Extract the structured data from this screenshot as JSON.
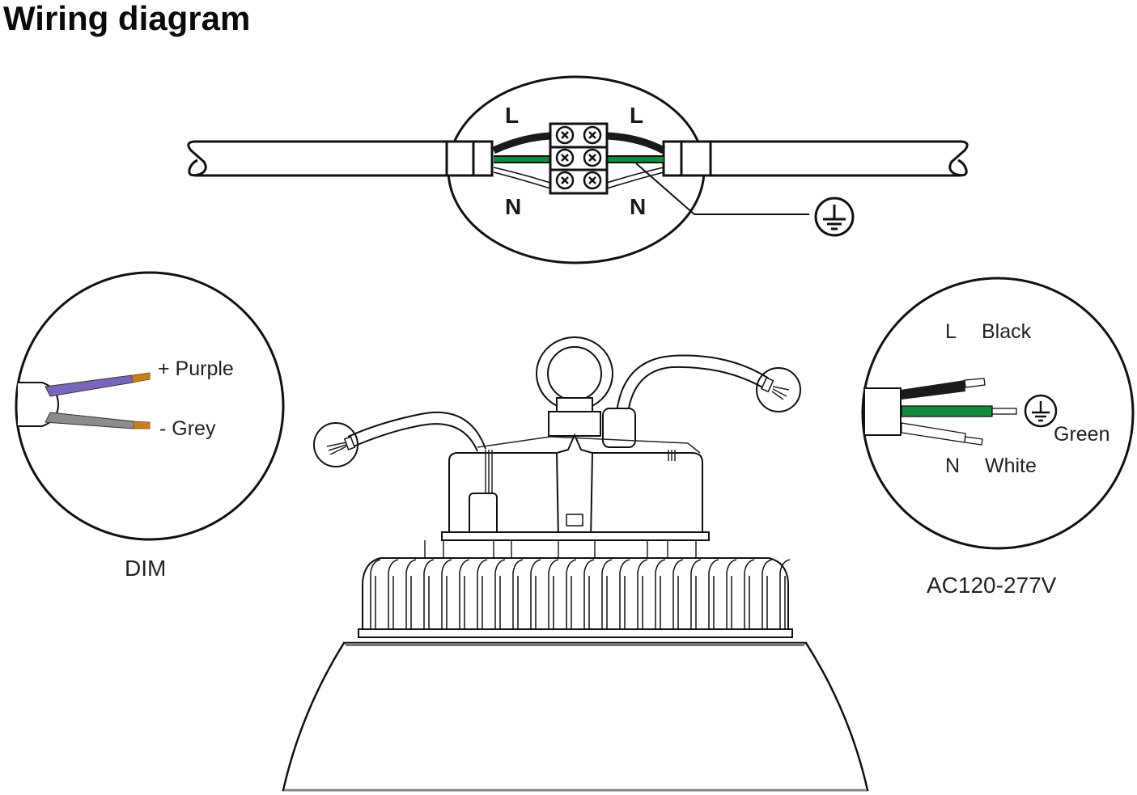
{
  "title": "Wiring diagram",
  "colors": {
    "line": "#111111",
    "live_wire": "#1a1a1a",
    "earth_wire": "#138a3c",
    "neutral_wire": "#ffffff",
    "dim_positive_wire": "#7a66b8",
    "dim_negative_wire": "#8c8c8c",
    "copper_tip": "#c97d1e"
  },
  "connector_detail": {
    "left_top_label": "L",
    "right_top_label": "L",
    "left_bottom_label": "N",
    "right_bottom_label": "N",
    "terminal_rows": 3,
    "terminal_columns": 2,
    "earth_symbol": "earth-ground"
  },
  "dim_detail": {
    "positive_label": "+ Purple",
    "negative_label": "- Grey",
    "caption": "DIM"
  },
  "power_detail": {
    "live_label": "L",
    "live_color_label": "Black",
    "earth_color_label": "Green",
    "neutral_label": "N",
    "neutral_color_label": "White",
    "caption": "AC120-277V"
  }
}
